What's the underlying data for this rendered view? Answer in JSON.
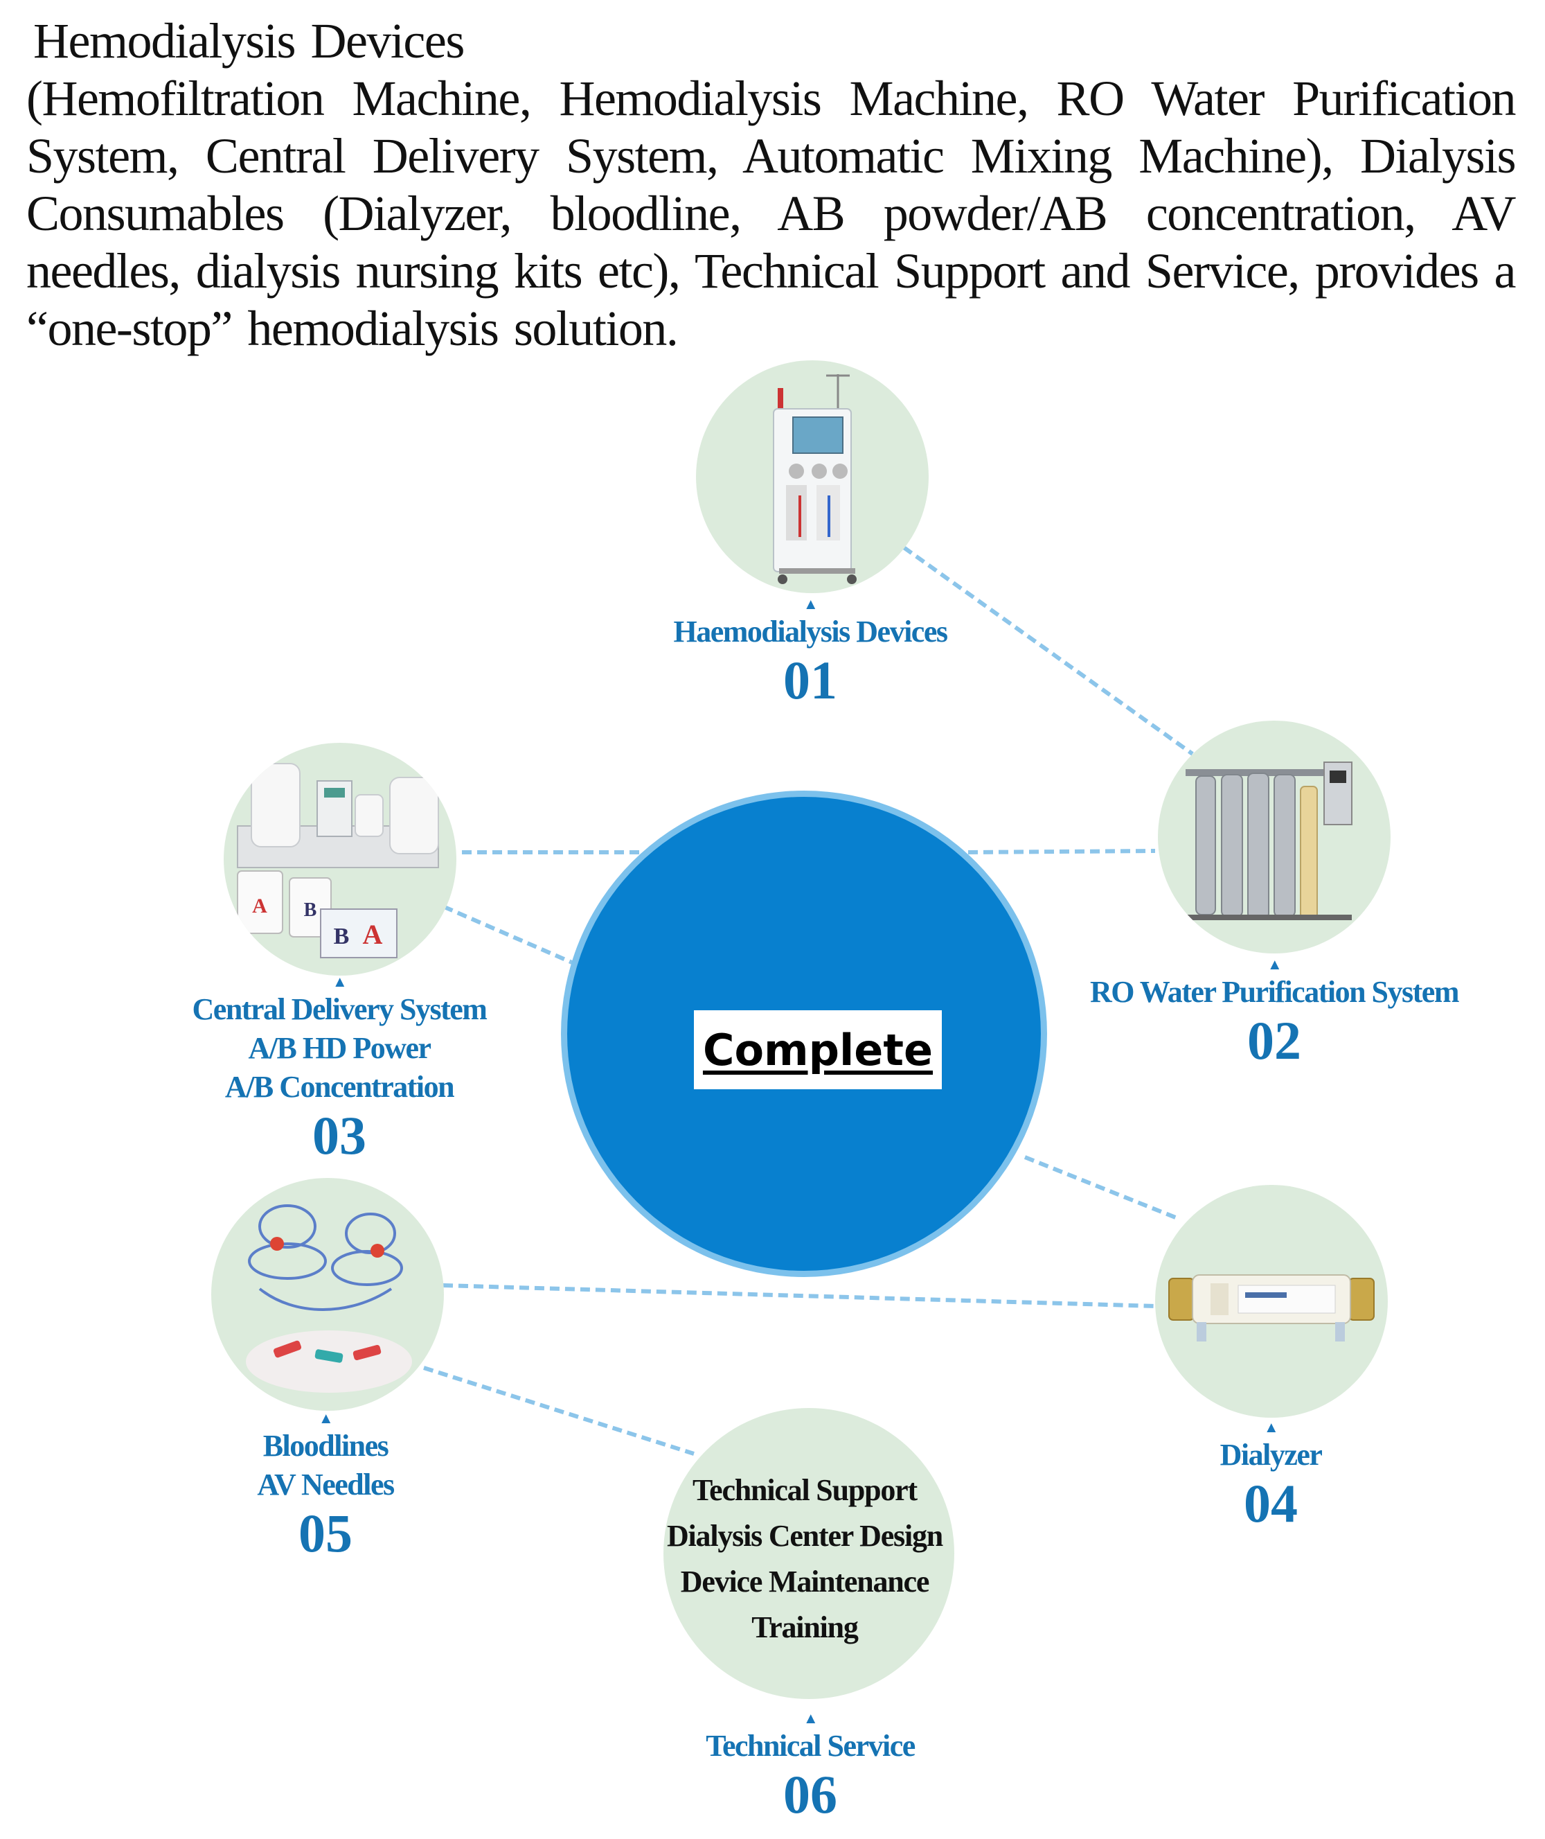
{
  "intro": {
    "first_line": "Hemodialysis Devices",
    "body": "(Hemofiltration Machine, Hemodialysis Machine, RO Water Purification System, Central Delivery System, Automatic Mixing Machine), Dialysis Consumables (Dialyzer, bloodline, AB powder/AB concentration, AV needles, dialysis nursing kits etc), Technical Support and Service, provides a “one-stop” hemodialysis solution."
  },
  "center": {
    "label": "Complete"
  },
  "nodes": {
    "n01": {
      "title": "Haemodialysis Devices",
      "number": "01"
    },
    "n02": {
      "title": "RO Water Purification System",
      "number": "02"
    },
    "n03": {
      "title_lines": [
        "Central Delivery System",
        "A/B HD Power",
        "A/B Concentration"
      ],
      "number": "03"
    },
    "n04": {
      "title": "Dialyzer",
      "number": "04"
    },
    "n05": {
      "title_lines": [
        "Bloodlines",
        "AV Needles"
      ],
      "number": "05"
    },
    "n06": {
      "title": "Technical Service",
      "number": "06",
      "items": [
        "Technical Support",
        "Dialysis Center Design",
        "Device Maintenance",
        "Training"
      ]
    }
  },
  "colors": {
    "accent_blue": "#0880cf",
    "caption_blue": "#1573b3",
    "node_fill": "#dcebdc",
    "connector": "#8cc5ea"
  },
  "icons": {
    "n01": "hemodialysis-machine-icon",
    "n02": "ro-water-system-icon",
    "n03": "central-delivery-tanks-icon",
    "n04": "dialyzer-icon",
    "n05": "bloodline-tubing-icon",
    "tri": "▲"
  }
}
